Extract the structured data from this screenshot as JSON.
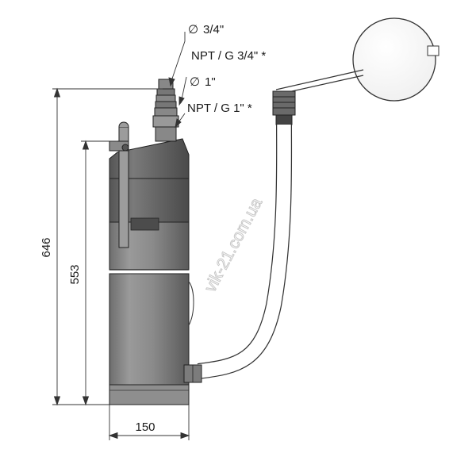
{
  "callouts": {
    "diam_34": "3/4\"",
    "npt_34": "NPT / G 3/4\" *",
    "diam_1": "1\"",
    "npt_1": "NPT / G 1\" *",
    "diameter_symbol": "∅"
  },
  "dimensions": {
    "total_height": "646",
    "body_height": "553",
    "width": "150"
  },
  "watermark": "vik-21.com.ua",
  "colors": {
    "line": "#333333",
    "pump_body": "#8a8a8a",
    "pump_dark": "#5e5e5e",
    "pump_light": "#b4b4b4",
    "hose": "#ffffff"
  }
}
